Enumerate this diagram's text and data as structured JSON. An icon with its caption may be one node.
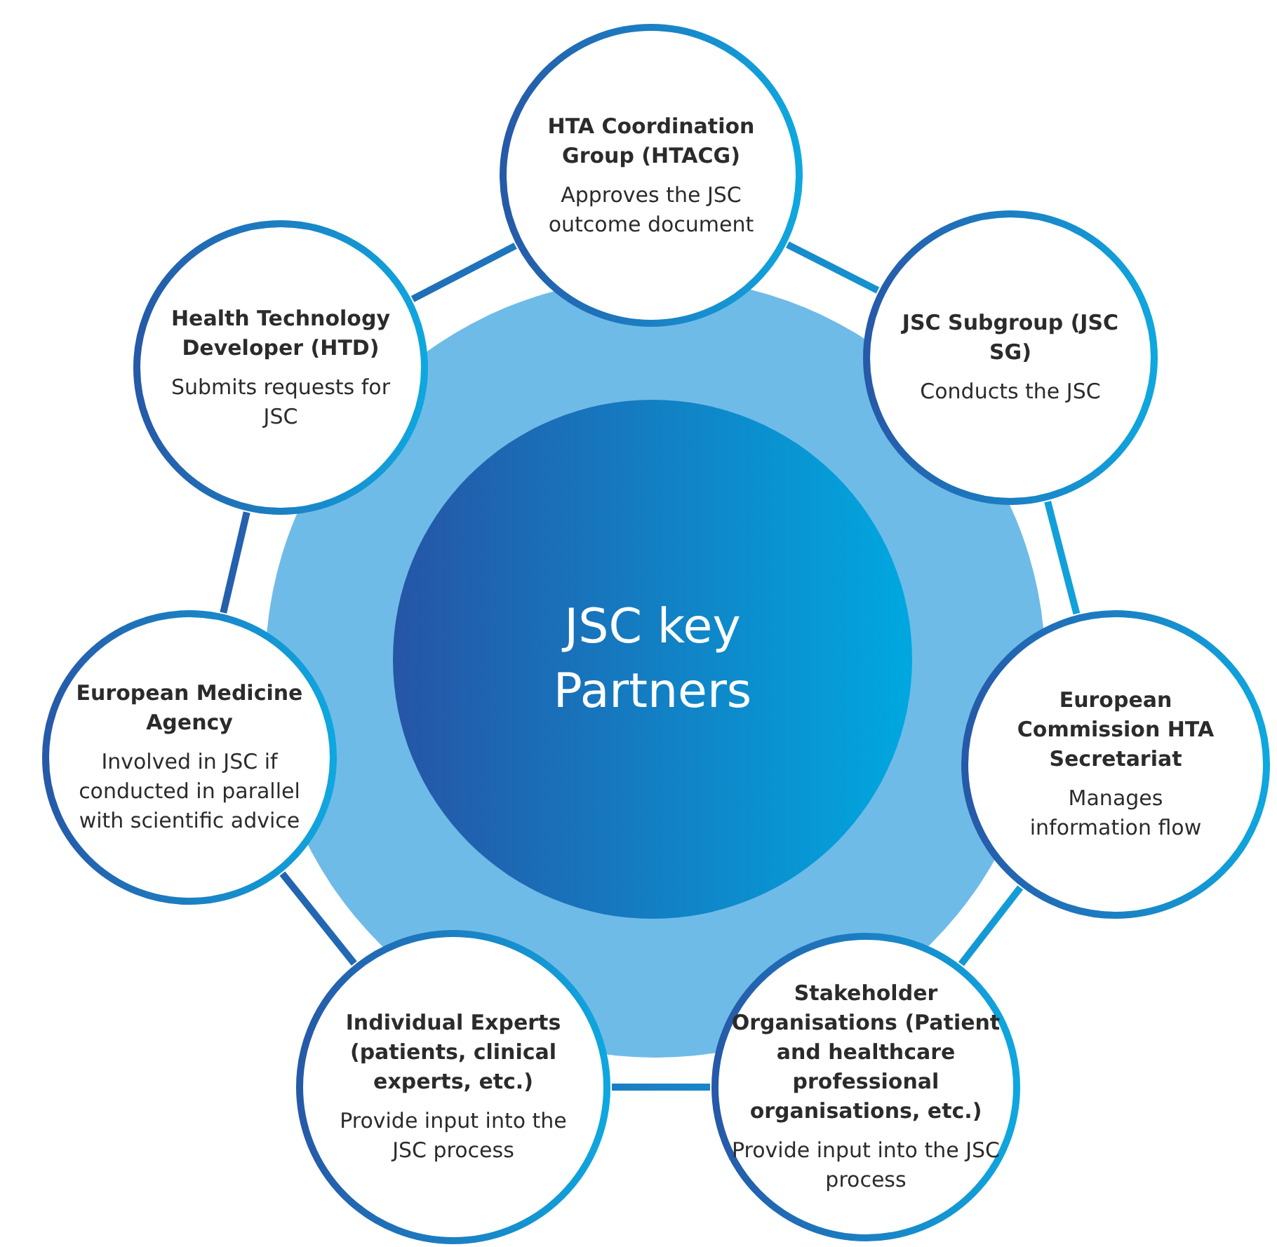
{
  "diagram": {
    "nodes": [
      {
        "text": [
          "HTA Coordination Group (HTACG)",
          "Approves the JSC outcome document"
        ]
      },
      {
        "text": [
          "Health Technology Developer (HTD)",
          "Submits requests for JSC"
        ]
      },
      {
        "text": [
          "JSC Subgroup (JSC SG)",
          "Conducts the JSC"
        ]
      },
      {
        "text": [
          "JSC key Partners"
        ]
      },
      {
        "text": [
          "European Medicine Agency",
          "Involved in JSC if conducted in parallel with scientific advice"
        ]
      },
      {
        "text": [
          "European Commission HTA Secretariat",
          "Manages information flow"
        ]
      },
      {
        "text": [
          "Individual Experts (patients, clinical experts, etc.)",
          "Provide input into the JSC process"
        ]
      },
      {
        "text": [
          "Stakeholder Organisations (Patient and healthcare professional organisations, etc.)",
          "Provide input into the JSC process"
        ]
      }
    ],
    "edges": [
      {
        "from": 1,
        "to": 0,
        "arrow": "none"
      },
      {
        "from": 0,
        "to": 2,
        "arrow": "none"
      },
      {
        "from": 2,
        "to": 5,
        "arrow": "none"
      },
      {
        "from": 5,
        "to": 7,
        "arrow": "none"
      },
      {
        "from": 7,
        "to": 6,
        "arrow": "none"
      },
      {
        "from": 6,
        "to": 4,
        "arrow": "none"
      },
      {
        "from": 4,
        "to": 1,
        "arrow": "none"
      }
    ]
  }
}
